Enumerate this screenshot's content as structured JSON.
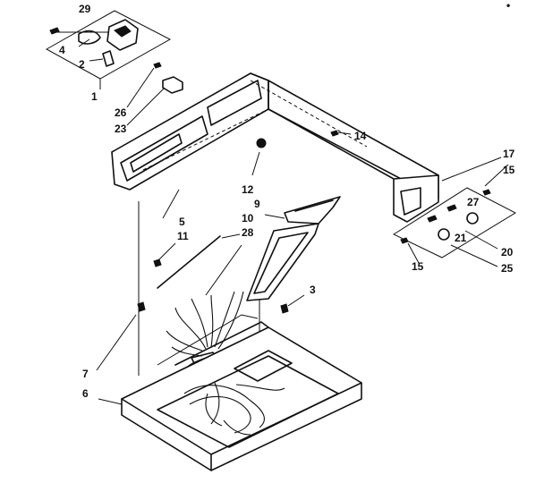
{
  "callouts": {
    "c29": "29",
    "c4": "4",
    "c2": "2",
    "c1": "1",
    "c26": "26",
    "c23": "23",
    "c14": "14",
    "c17": "17",
    "c15a": "15",
    "c12": "12",
    "c27": "27",
    "c5": "5",
    "c11": "11",
    "c9": "9",
    "c10": "10",
    "c28": "28",
    "c21": "21",
    "c20": "20",
    "c15b": "15",
    "c25": "25",
    "c3": "3",
    "c7": "7",
    "c6": "6"
  },
  "corner_mark": "•"
}
